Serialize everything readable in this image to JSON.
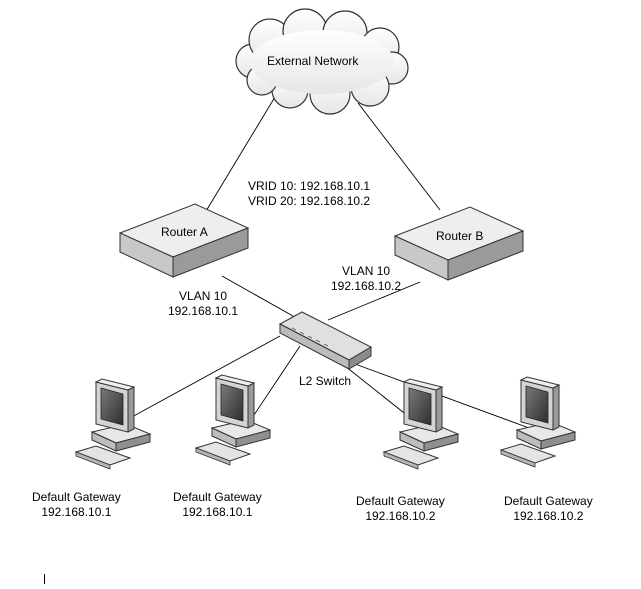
{
  "cloud": {
    "label": "External Network"
  },
  "vrid": {
    "line1": "VRID 10: 192.168.10.1",
    "line2": "VRID 20: 192.168.10.2"
  },
  "routers": {
    "a": {
      "label": "Router A",
      "vlan": "VLAN 10",
      "ip": "192.168.10.1"
    },
    "b": {
      "label": "Router B",
      "vlan": "VLAN 10",
      "ip": "192.168.10.2"
    }
  },
  "switch": {
    "label": "L2 Switch"
  },
  "hosts": [
    {
      "title": "Default Gateway",
      "ip": "192.168.10.1"
    },
    {
      "title": "Default Gateway",
      "ip": "192.168.10.1"
    },
    {
      "title": "Default Gateway",
      "ip": "192.168.10.2"
    },
    {
      "title": "Default Gateway",
      "ip": "192.168.10.2"
    }
  ],
  "colors": {
    "device_top": "#eeeeee",
    "device_front": "#c8c8c8",
    "device_side": "#9a9a9a",
    "screen": "#4d4d4d",
    "line": "#000000"
  }
}
